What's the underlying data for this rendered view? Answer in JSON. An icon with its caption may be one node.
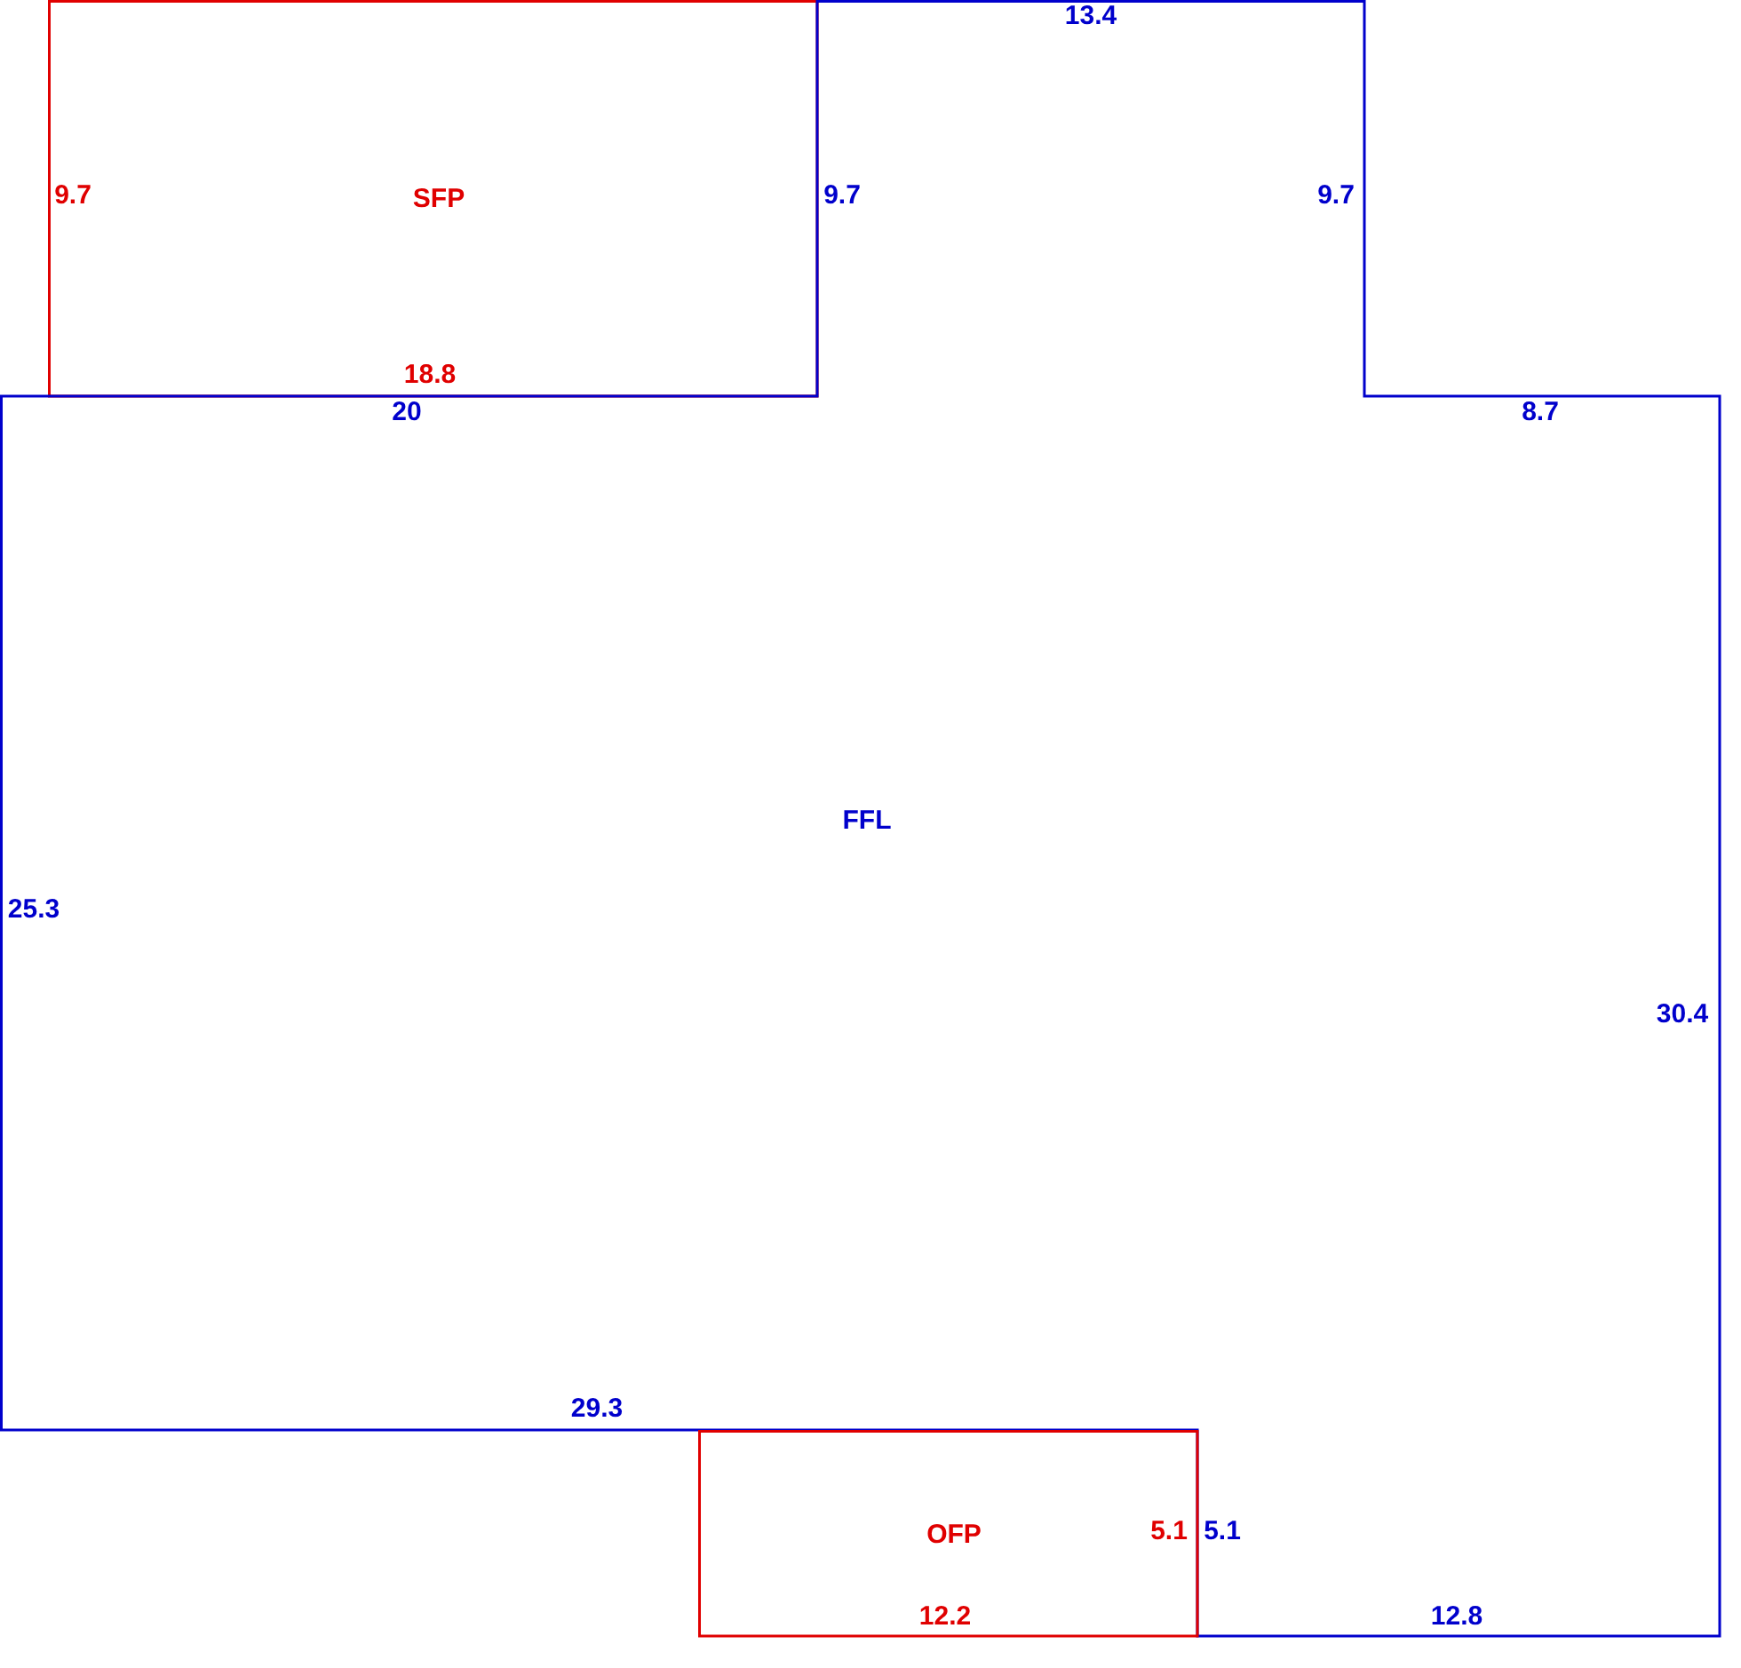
{
  "diagram": {
    "nodes": [
      {
        "text": [
          "9.7",
          "SFP",
          "18.8"
        ]
      },
      {
        "text": [
          "13.4",
          "9.7",
          "9.7",
          "20",
          "8.7",
          "FFL",
          "25.3",
          "30.4",
          "29.3",
          "5.1",
          "12.8"
        ]
      },
      {
        "text": [
          "OFP",
          "5.1",
          "12.2"
        ]
      }
    ]
  }
}
